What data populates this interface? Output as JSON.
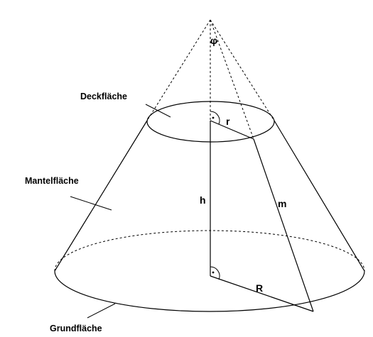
{
  "labels": {
    "top_face": "Deckfläche",
    "lateral_surface": "Mantelfläche",
    "base_face": "Grundfläche"
  },
  "variables": {
    "apex_angle": "φ",
    "top_radius": "r",
    "height": "h",
    "slant_height": "m",
    "base_radius": "R",
    "right_angle_mark": "·"
  }
}
